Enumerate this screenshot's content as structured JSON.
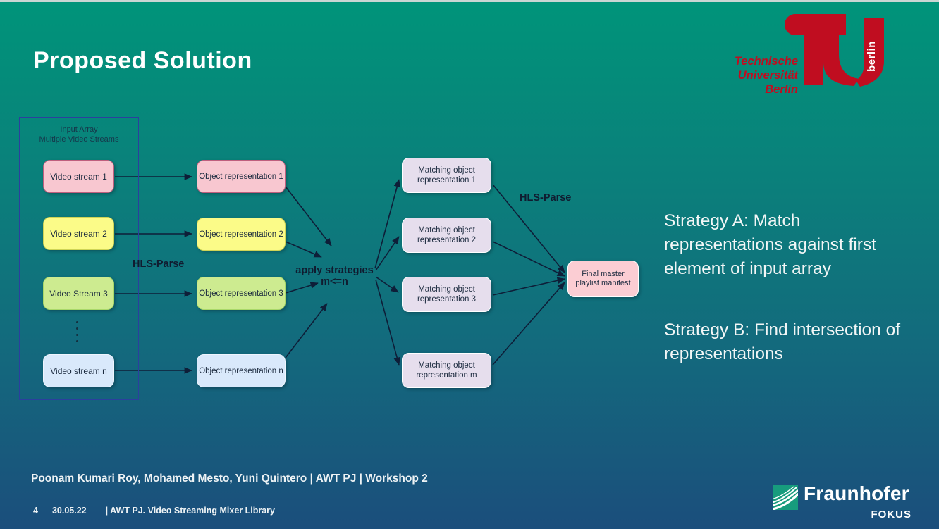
{
  "slide": {
    "title": "Proposed Solution",
    "footer_authors": "Poonam Kumari Roy, Mohamed Mesto, Yuni Quintero | AWT PJ | Workshop 2",
    "footer_page": "4",
    "footer_date": "30.05.22",
    "footer_library": "| AWT PJ. Video Streaming Mixer Library"
  },
  "logos": {
    "tu": {
      "line1": "Technische",
      "line2": "Universität",
      "line3": "Berlin",
      "bar_text": "berlin",
      "red": "#c00d20"
    },
    "fraunhofer": {
      "name": "Fraunhofer",
      "sub": "FOKUS",
      "green": "#179c7d"
    }
  },
  "diagram": {
    "input_group": {
      "label_line1": "Input Array",
      "label_line2": "Multiple Video Streams"
    },
    "hls_parse_left": "HLS-Parse",
    "hls_parse_right": "HLS-Parse",
    "hub": {
      "line1": "apply strategies",
      "line2": "m<=n"
    },
    "input_streams": [
      {
        "label": "Video stream 1",
        "fill": "#f8c7d0",
        "border": "#bf5f7e"
      },
      {
        "label": "Video stream 2",
        "fill": "#fbfb88",
        "border": "#cfd456"
      },
      {
        "label": "Video Stream 3",
        "fill": "#cdeb90",
        "border": "#a9d869"
      },
      {
        "label": "Video stream n",
        "fill": "#d9e9fb",
        "border": "#eef5fe"
      }
    ],
    "ellipsis_dot_count": 4,
    "object_representations": [
      {
        "label": "Object representation 1",
        "fill": "#f8c7d0",
        "border": "#bf5f7e"
      },
      {
        "label": "Object representation 2",
        "fill": "#fbfb88",
        "border": "#cfd456"
      },
      {
        "label": "Object representation 3",
        "fill": "#cdeb90",
        "border": "#a9d869"
      },
      {
        "label": "Object representation n",
        "fill": "#d9e9fb",
        "border": "#eef5fe"
      }
    ],
    "matching_representations": [
      {
        "label": "Matching object representation 1",
        "fill": "#e6deed"
      },
      {
        "label": "Matching object representation 2",
        "fill": "#e6deed"
      },
      {
        "label": "Matching object representation 3",
        "fill": "#e6deed"
      },
      {
        "label": "Matching object representation m",
        "fill": "#e6deed"
      }
    ],
    "final_box": {
      "label": "Final master playlist manifest",
      "fill": "#fbcdd3"
    },
    "arrow_color": "#0e1e38",
    "container_border_color": "#2b3f9e"
  },
  "strategies": {
    "a": "Strategy A: Match representations against first element of input array",
    "b": "Strategy B: Find intersection of representations"
  },
  "background": {
    "top": "#00947a",
    "bottom": "#1b4e7c"
  }
}
